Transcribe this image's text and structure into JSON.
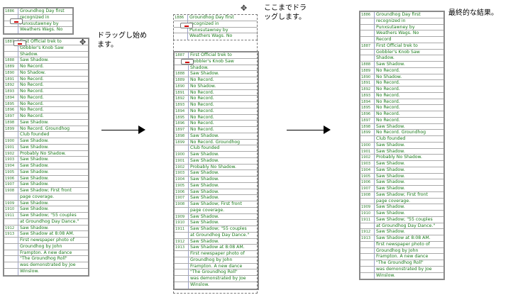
{
  "labels": {
    "start_drag": "ドラッグし始めます。",
    "drag_until": "ここまでドラッグします。",
    "final_result": "最終的な結果。"
  },
  "drag_rows": [
    {
      "year": "1886",
      "text": "Groundhog Day first"
    },
    {
      "year": "",
      "text": "recognized in"
    },
    {
      "year": "",
      "text": "Punxsutawney by"
    },
    {
      "year": "",
      "text": "Weathers Wags. No"
    }
  ],
  "table_rows": [
    {
      "year": "1887",
      "text": "First Official trek to"
    },
    {
      "year": "",
      "text": "Gobbler's Knob Saw"
    },
    {
      "year": "",
      "text": "Shadow."
    },
    {
      "year": "1888",
      "text": "Saw Shadow."
    },
    {
      "year": "1889",
      "text": "No Record."
    },
    {
      "year": "1890",
      "text": "No Shadow."
    },
    {
      "year": "1891",
      "text": "No Record."
    },
    {
      "year": "1892",
      "text": "No Record."
    },
    {
      "year": "1893",
      "text": "No Record."
    },
    {
      "year": "1894",
      "text": "No Record."
    },
    {
      "year": "1895",
      "text": "No Record."
    },
    {
      "year": "1896",
      "text": "No Record."
    },
    {
      "year": "1897",
      "text": "No Record."
    },
    {
      "year": "1898",
      "text": "Saw Shadow."
    },
    {
      "year": "1899",
      "text": "No Record. Groundhog"
    },
    {
      "year": "",
      "text": "Club founded"
    },
    {
      "year": "1900",
      "text": "Saw Shadow."
    },
    {
      "year": "1901",
      "text": "Saw Shadow."
    },
    {
      "year": "1902",
      "text": "Probably No Shadow."
    },
    {
      "year": "1903",
      "text": "Saw Shadow."
    },
    {
      "year": "1904",
      "text": "Saw Shadow."
    },
    {
      "year": "1905",
      "text": "Saw Shadow."
    },
    {
      "year": "1906",
      "text": "Saw Shadow."
    },
    {
      "year": "1907",
      "text": "Saw Shadow."
    },
    {
      "year": "1908",
      "text": "Saw Shadow; First front"
    },
    {
      "year": "",
      "text": "page coverage."
    },
    {
      "year": "1909",
      "text": "Saw Shadow."
    },
    {
      "year": "1910",
      "text": "Saw Shadow."
    },
    {
      "year": "1911",
      "text": "Saw Shadow; \"55 couples"
    },
    {
      "year": "",
      "text": "at Groundhog Day Dance.\""
    },
    {
      "year": "1912",
      "text": "Saw Shadow."
    },
    {
      "year": "1913",
      "text": "Saw Shadow at 8:08 AM."
    },
    {
      "year": "",
      "text": "First newspaper photo of"
    },
    {
      "year": "",
      "text": "Groundhog by John"
    },
    {
      "year": "",
      "text": "Frampton. A new dance"
    },
    {
      "year": "",
      "text": "\"The Groundhog Roll\""
    },
    {
      "year": "",
      "text": "was demonstrated by Joe"
    },
    {
      "year": "",
      "text": "Winslow."
    }
  ],
  "final_rows": [
    {
      "year": "1886",
      "text": "Groundhog Day first"
    },
    {
      "year": "",
      "text": "recognized in"
    },
    {
      "year": "",
      "text": "Punxsutawney by"
    },
    {
      "year": "",
      "text": "Weathers Wags. No"
    },
    {
      "year": "",
      "text": "Record"
    },
    {
      "year": "1887",
      "text": "First Official trek to"
    },
    {
      "year": "",
      "text": "Gobbler's Knob Saw"
    },
    {
      "year": "",
      "text": "Shadow."
    },
    {
      "year": "1888",
      "text": "Saw Shadow."
    },
    {
      "year": "1889",
      "text": "No Record."
    },
    {
      "year": "1890",
      "text": "No Shadow."
    },
    {
      "year": "1891",
      "text": "No Record."
    },
    {
      "year": "1892",
      "text": "No Record."
    },
    {
      "year": "1893",
      "text": "No Record."
    },
    {
      "year": "1894",
      "text": "No Record."
    },
    {
      "year": "1895",
      "text": "No Record."
    },
    {
      "year": "1896",
      "text": "No Record."
    },
    {
      "year": "1897",
      "text": "No Record."
    },
    {
      "year": "1898",
      "text": "Saw Shadow."
    },
    {
      "year": "1899",
      "text": "No Record. Groundhog"
    },
    {
      "year": "",
      "text": "Club founded"
    },
    {
      "year": "1900",
      "text": "Saw Shadow."
    },
    {
      "year": "1901",
      "text": "Saw Shadow."
    },
    {
      "year": "1902",
      "text": "Probably No Shadow."
    },
    {
      "year": "1903",
      "text": "Saw Shadow."
    },
    {
      "year": "1904",
      "text": "Saw Shadow."
    },
    {
      "year": "1905",
      "text": "Saw Shadow."
    },
    {
      "year": "1906",
      "text": "Saw Shadow."
    },
    {
      "year": "1907",
      "text": "Saw Shadow."
    },
    {
      "year": "1908",
      "text": "Saw Shadow; First front"
    },
    {
      "year": "",
      "text": "page coverage."
    },
    {
      "year": "1909",
      "text": "Saw Shadow."
    },
    {
      "year": "1910",
      "text": "Saw Shadow."
    },
    {
      "year": "1911",
      "text": "Saw Shadow; \"55 couples"
    },
    {
      "year": "",
      "text": "at Groundhog Day Dance.\""
    },
    {
      "year": "1912",
      "text": "Saw Shadow."
    },
    {
      "year": "1913",
      "text": "Saw Shadow at 8:08 AM."
    },
    {
      "year": "",
      "text": "first newspaper photo of"
    },
    {
      "year": "",
      "text": "Groundhog by John"
    },
    {
      "year": "",
      "text": "Frampton. A new dance"
    },
    {
      "year": "",
      "text": "\"The Groundhog Roll\""
    },
    {
      "year": "",
      "text": "was demonstrated by Joe"
    },
    {
      "year": "",
      "text": "Winslow."
    }
  ]
}
